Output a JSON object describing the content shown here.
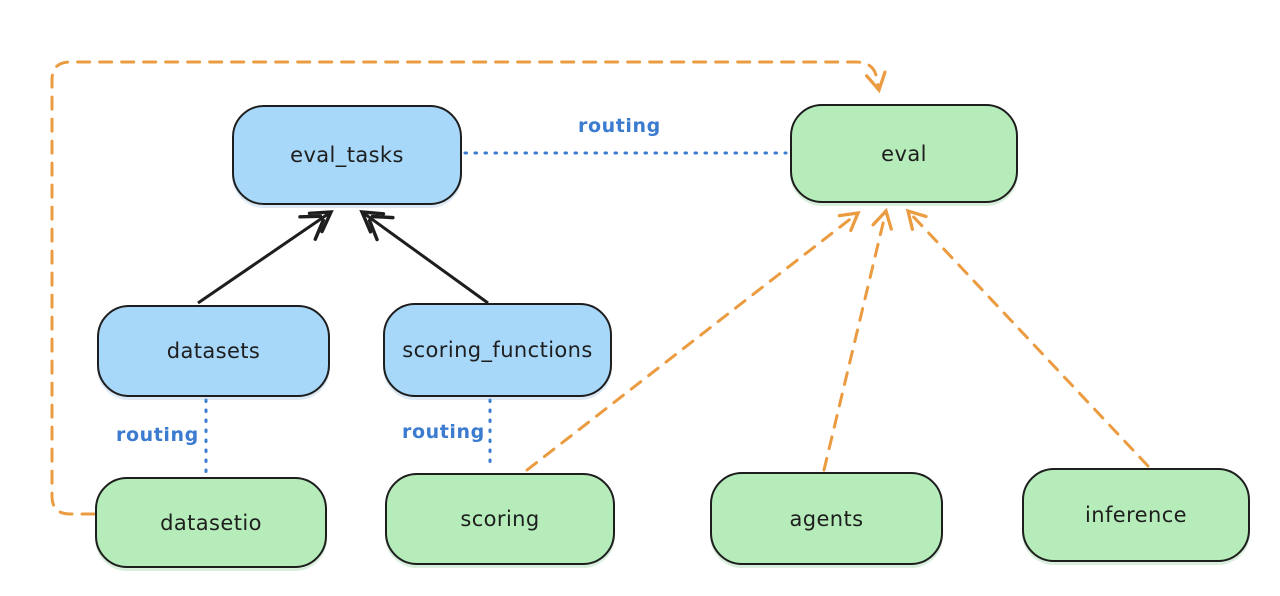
{
  "nodes": {
    "eval_tasks": {
      "label": "eval_tasks",
      "color": "blue"
    },
    "eval": {
      "label": "eval",
      "color": "green"
    },
    "datasets": {
      "label": "datasets",
      "color": "blue"
    },
    "scoring_functions": {
      "label": "scoring_functions",
      "color": "blue"
    },
    "datasetio": {
      "label": "datasetio",
      "color": "green"
    },
    "scoring": {
      "label": "scoring",
      "color": "green"
    },
    "agents": {
      "label": "agents",
      "color": "green"
    },
    "inference": {
      "label": "inference",
      "color": "green"
    }
  },
  "edge_labels": {
    "eval_tasks_to_eval": {
      "text": "routing"
    },
    "datasets_to_datasetio": {
      "text": "routing"
    },
    "scoring_functions_to_scoring": {
      "text": "routing"
    }
  },
  "edges": [
    {
      "from": "datasets",
      "to": "eval_tasks",
      "style": "solid",
      "color": "black",
      "arrow": true,
      "label": ""
    },
    {
      "from": "scoring_functions",
      "to": "eval_tasks",
      "style": "solid",
      "color": "black",
      "arrow": true,
      "label": ""
    },
    {
      "from": "eval_tasks",
      "to": "eval",
      "style": "dotted",
      "color": "blue",
      "arrow": false,
      "label": "routing"
    },
    {
      "from": "datasets",
      "to": "datasetio",
      "style": "dotted",
      "color": "blue",
      "arrow": false,
      "label": "routing"
    },
    {
      "from": "scoring_functions",
      "to": "scoring",
      "style": "dotted",
      "color": "blue",
      "arrow": false,
      "label": "routing"
    },
    {
      "from": "datasetio",
      "to": "eval",
      "style": "dashed",
      "color": "orange",
      "arrow": true,
      "label": ""
    },
    {
      "from": "scoring",
      "to": "eval",
      "style": "dashed",
      "color": "orange",
      "arrow": true,
      "label": ""
    },
    {
      "from": "agents",
      "to": "eval",
      "style": "dashed",
      "color": "orange",
      "arrow": true,
      "label": ""
    },
    {
      "from": "inference",
      "to": "eval",
      "style": "dashed",
      "color": "orange",
      "arrow": true,
      "label": ""
    }
  ],
  "colors": {
    "blue_node_fill": "#a7d7f9",
    "green_node_fill": "#b5ecb9",
    "node_stroke": "#1e1e1e",
    "black_edge": "#1e1e1e",
    "orange_edge": "#eb9b40",
    "blue_edge": "#3b7bd0",
    "background": "#ffffff"
  }
}
